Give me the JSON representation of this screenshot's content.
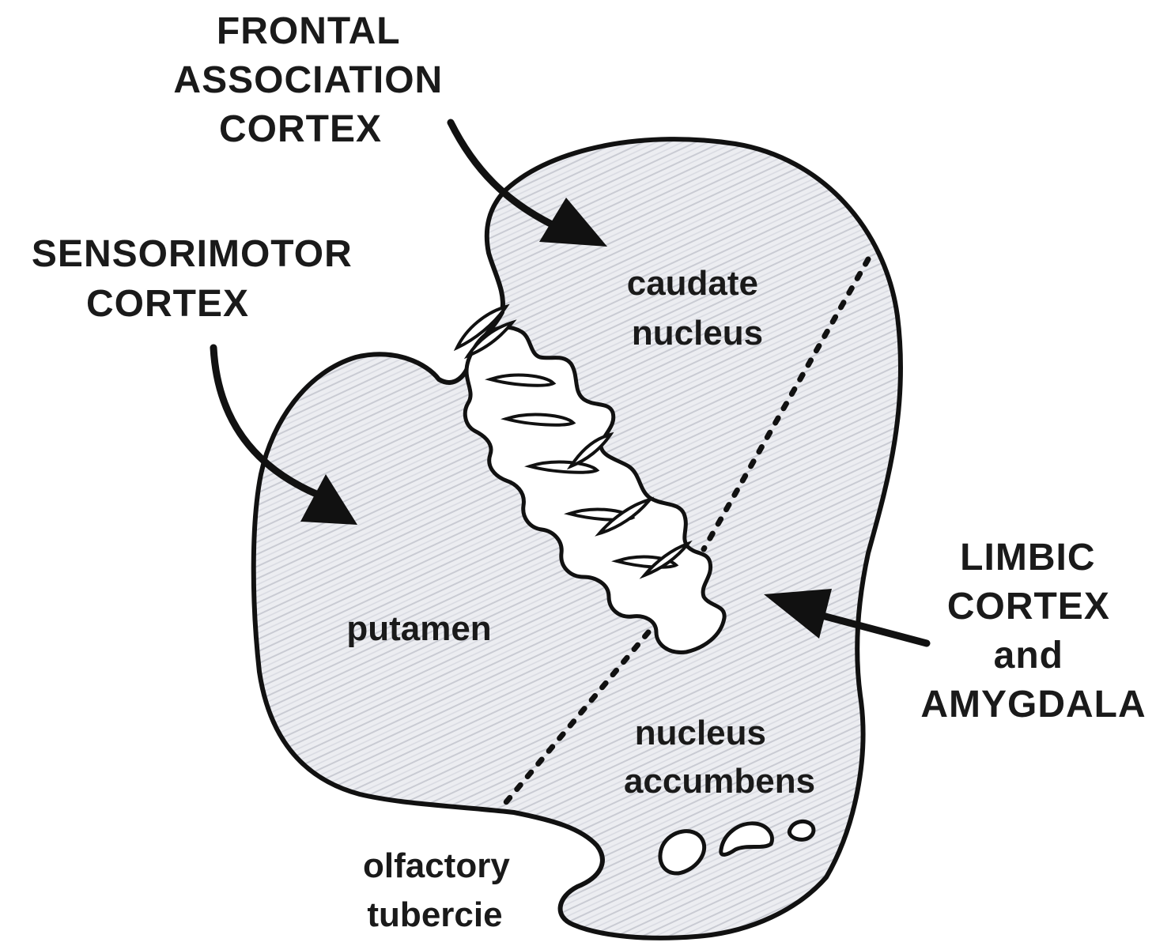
{
  "labels": {
    "frontal": [
      "FRONTAL",
      "ASSOCIATION",
      "CORTEX"
    ],
    "sensorimotor": [
      "SENSORIMOTOR",
      "CORTEX"
    ],
    "limbic": [
      "LIMBIC",
      "CORTEX",
      "and",
      "AMYGDALA"
    ]
  },
  "regions": {
    "caudate": [
      "caudate",
      "nucleus"
    ],
    "putamen": "putamen",
    "accumbens": [
      "nucleus",
      "accumbens"
    ],
    "olfactory": [
      "olfactory",
      "tubercie"
    ]
  }
}
